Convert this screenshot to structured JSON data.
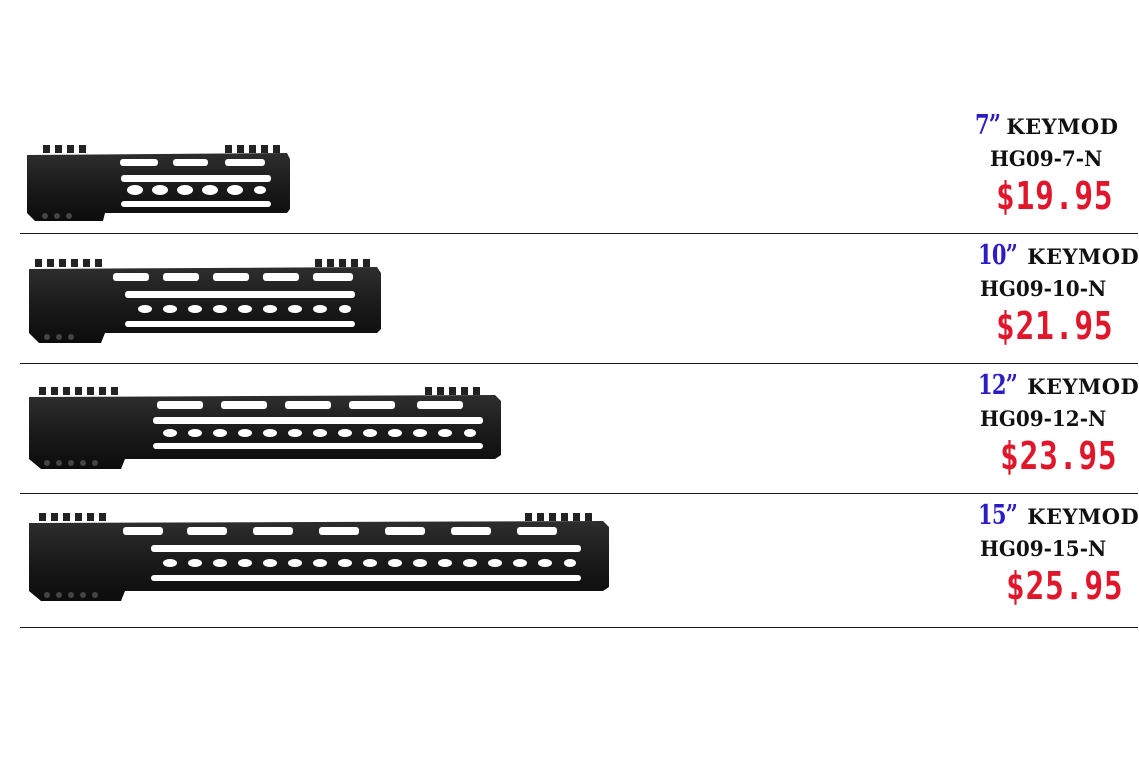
{
  "products": [
    {
      "length": "7”",
      "type": "KEYMOD",
      "sku": "HG09-7-N",
      "price": "$19.95"
    },
    {
      "length": "10”",
      "type": "KEYMOD",
      "sku": "HG09-10-N",
      "price": "$21.95"
    },
    {
      "length": "12”",
      "type": "KEYMOD",
      "sku": "HG09-12-N",
      "price": "$23.95"
    },
    {
      "length": "15”",
      "type": "KEYMOD",
      "sku": "HG09-15-N",
      "price": "$25.95"
    }
  ],
  "colors": {
    "length": "#2c1cc4",
    "price": "#e0162b",
    "text": "#111111",
    "handguard": "#1c1c1c"
  }
}
